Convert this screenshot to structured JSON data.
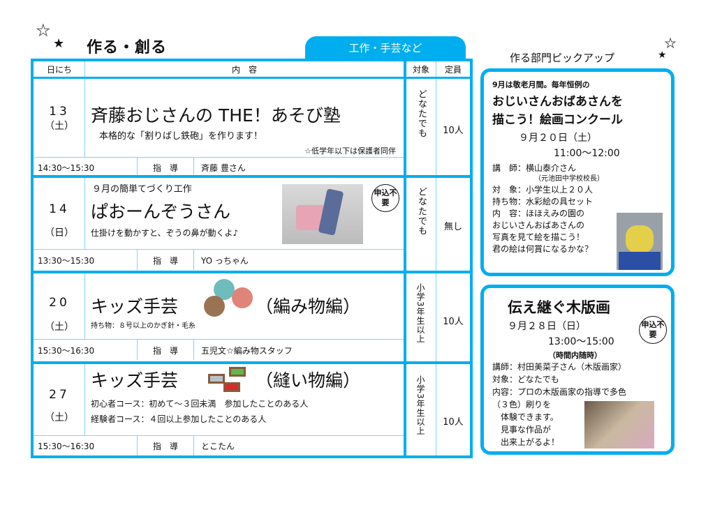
{
  "section_title": "作る・創る",
  "category_tab": "工作・手芸など",
  "table": {
    "headers": {
      "date": "日にち",
      "content": "内　容",
      "target": "対象",
      "capacity": "定員"
    },
    "instructor_label": "指　導",
    "rows": [
      {
        "day": "13",
        "weekday": "（土）",
        "title": "斉藤おじさんの THE！あそび塾",
        "desc": "本格的な「割りばし鉄砲」を作ります！",
        "note": "☆低学年以下は保護者同伴",
        "time": "14:30〜15:30",
        "instructor": "斉藤 豊さん",
        "target": "どなたでも",
        "capacity": "10人"
      },
      {
        "day": "14",
        "weekday": "（日）",
        "lead": "９月の簡単てづくり工作",
        "title": "ぱおーんぞうさん",
        "desc": "仕掛けを動かすと、ぞうの鼻が動くよ♪",
        "badge": "申込不要",
        "time": "13:30〜15:30",
        "instructor": "YO っちゃん",
        "target": "どなたでも",
        "capacity": "無し"
      },
      {
        "day": "20",
        "weekday": "（土）",
        "title": "キッズ手芸",
        "title_suffix": "（編み物編）",
        "desc": "持ち物：８号以上のかぎ針・毛糸",
        "time": "15:30〜16:30",
        "instructor": "五児文☆編み物スタッフ",
        "target": "小学3年生以上",
        "capacity": "10人"
      },
      {
        "day": "27",
        "weekday": "（土）",
        "title": "キッズ手芸",
        "title_suffix": "（縫い物編）",
        "desc": "初心者コース：初めて〜３回未満　参加したことのある人",
        "desc2": "経験者コース：４回以上参加したことのある人",
        "time": "15:30〜16:30",
        "instructor": "とこたん",
        "target": "小学3年生以上",
        "capacity": "10人"
      }
    ]
  },
  "pickup": {
    "heading": "作る部門ピックアップ",
    "contest": {
      "lead": "9月は敬老月間。毎年恒例の",
      "title1": "おじいさんおばあさんを",
      "title2": "描こう！絵画コンクール",
      "date": "９月２０日（土）",
      "time": "11:00〜12:00",
      "lines": [
        "講　師：横山泰介さん",
        "（元池田中学校校長）",
        "対　象：小学生以上２０人",
        "持ち物：水彩絵の具セット",
        "内　容：ほほえみの園の",
        "おじいさんおばあさんの",
        "写真を見て絵を描こう！",
        "君の絵は何賞になるかな？"
      ]
    },
    "woodblock": {
      "title": "伝え継ぐ木版画",
      "date": "９月２８日（日）",
      "time": "13:00〜15:00",
      "time_note": "（時間内随時）",
      "badge": "申込不要",
      "lines": [
        "講師：村田美菜子さん（木版画家）",
        "対象：どなたでも",
        "内容：プロの木版画家の指導で多色",
        "（３色）刷りを",
        "　体験できます。",
        "　見事な作品が",
        "　出来上がるよ！"
      ]
    }
  },
  "colors": {
    "accent": "#00aeef"
  }
}
